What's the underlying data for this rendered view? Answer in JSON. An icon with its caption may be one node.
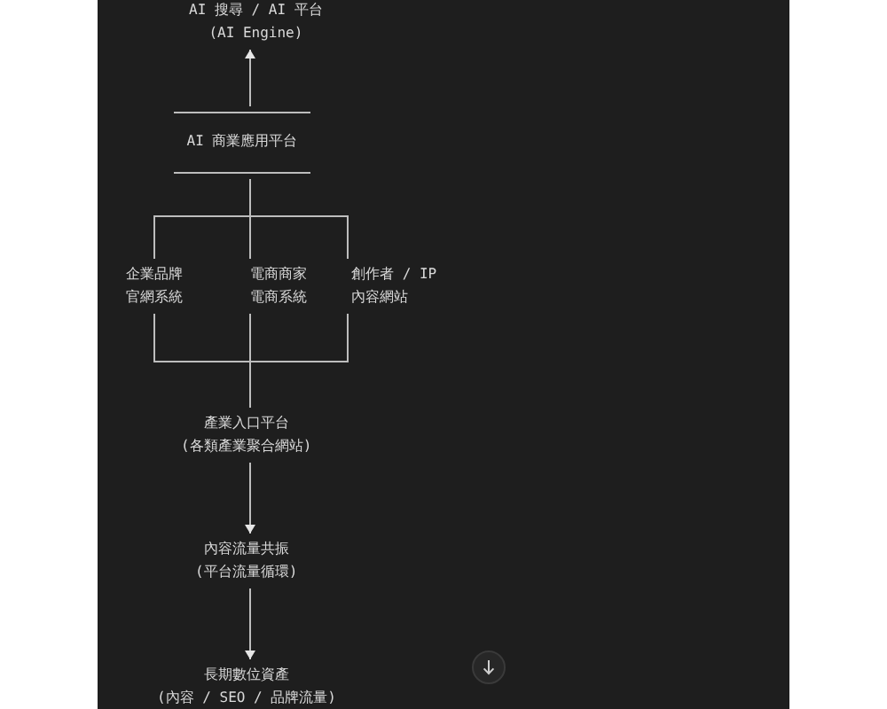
{
  "diagram": {
    "nodes": [
      {
        "text": [
          "AI 搜尋 / AI 平台",
          "(AI Engine)"
        ]
      },
      {
        "text": [
          "AI 商業應用平台"
        ]
      },
      {
        "text": [
          "企業品牌官網系統"
        ]
      },
      {
        "text": [
          "電商商家電商系統"
        ]
      },
      {
        "text": [
          "創作者 / IP 內容網站"
        ]
      },
      {
        "text": [
          "產業入口平台",
          "(各類產業聚合網站)"
        ]
      },
      {
        "text": [
          "內容流量共振",
          "(平台流量循環)"
        ]
      },
      {
        "text": [
          "長期數位資產",
          "(內容 / SEO / 品牌流量)"
        ]
      }
    ],
    "edges": [
      {
        "from": 1,
        "to": 0,
        "arrow": "to"
      },
      {
        "from": 1,
        "to": 2,
        "arrow": "none"
      },
      {
        "from": 1,
        "to": 3,
        "arrow": "none"
      },
      {
        "from": 1,
        "to": 4,
        "arrow": "none"
      },
      {
        "from": 2,
        "to": 5,
        "arrow": "none"
      },
      {
        "from": 3,
        "to": 5,
        "arrow": "none"
      },
      {
        "from": 4,
        "to": 5,
        "arrow": "none"
      },
      {
        "from": 5,
        "to": 6,
        "arrow": "to"
      },
      {
        "from": 6,
        "to": 7,
        "arrow": "to"
      }
    ]
  }
}
